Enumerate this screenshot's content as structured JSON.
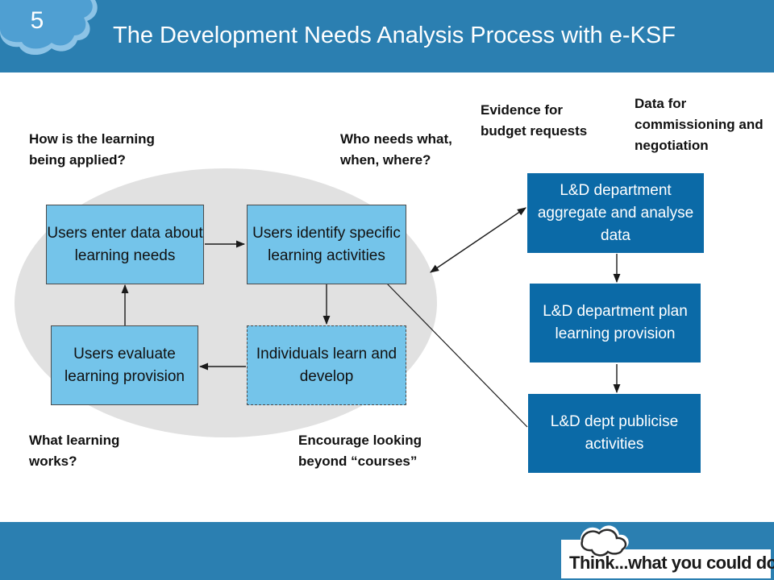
{
  "header": {
    "slide_number": "5",
    "title": "The Development Needs Analysis Process with e-KSF"
  },
  "cycle_boxes": {
    "enter": "Users enter data about learning needs",
    "identify": "Users identify specific learning activities",
    "learn": "Individuals learn and develop",
    "evaluate": "Users evaluate learning provision"
  },
  "department_boxes": {
    "aggregate": "L&D department aggregate and analyse data",
    "plan": "L&D department plan learning provision",
    "publicise": "L&D dept publicise activities"
  },
  "notes": {
    "how_applied": "How is the learning being applied?",
    "who_needs": "Who needs what, when, where?",
    "evidence": "Evidence for budget requests",
    "data_for": "Data for commissioning and negotiation",
    "what_works": "What learning works?",
    "encourage": "Encourage looking beyond “courses”"
  },
  "footer": {
    "tagline": "Think...what you could do"
  },
  "colors": {
    "brand_blue": "#2b7fb1",
    "light_box": "#74c4ea",
    "dark_box": "#0b6aa7",
    "ellipse": "#e1e1e1"
  }
}
